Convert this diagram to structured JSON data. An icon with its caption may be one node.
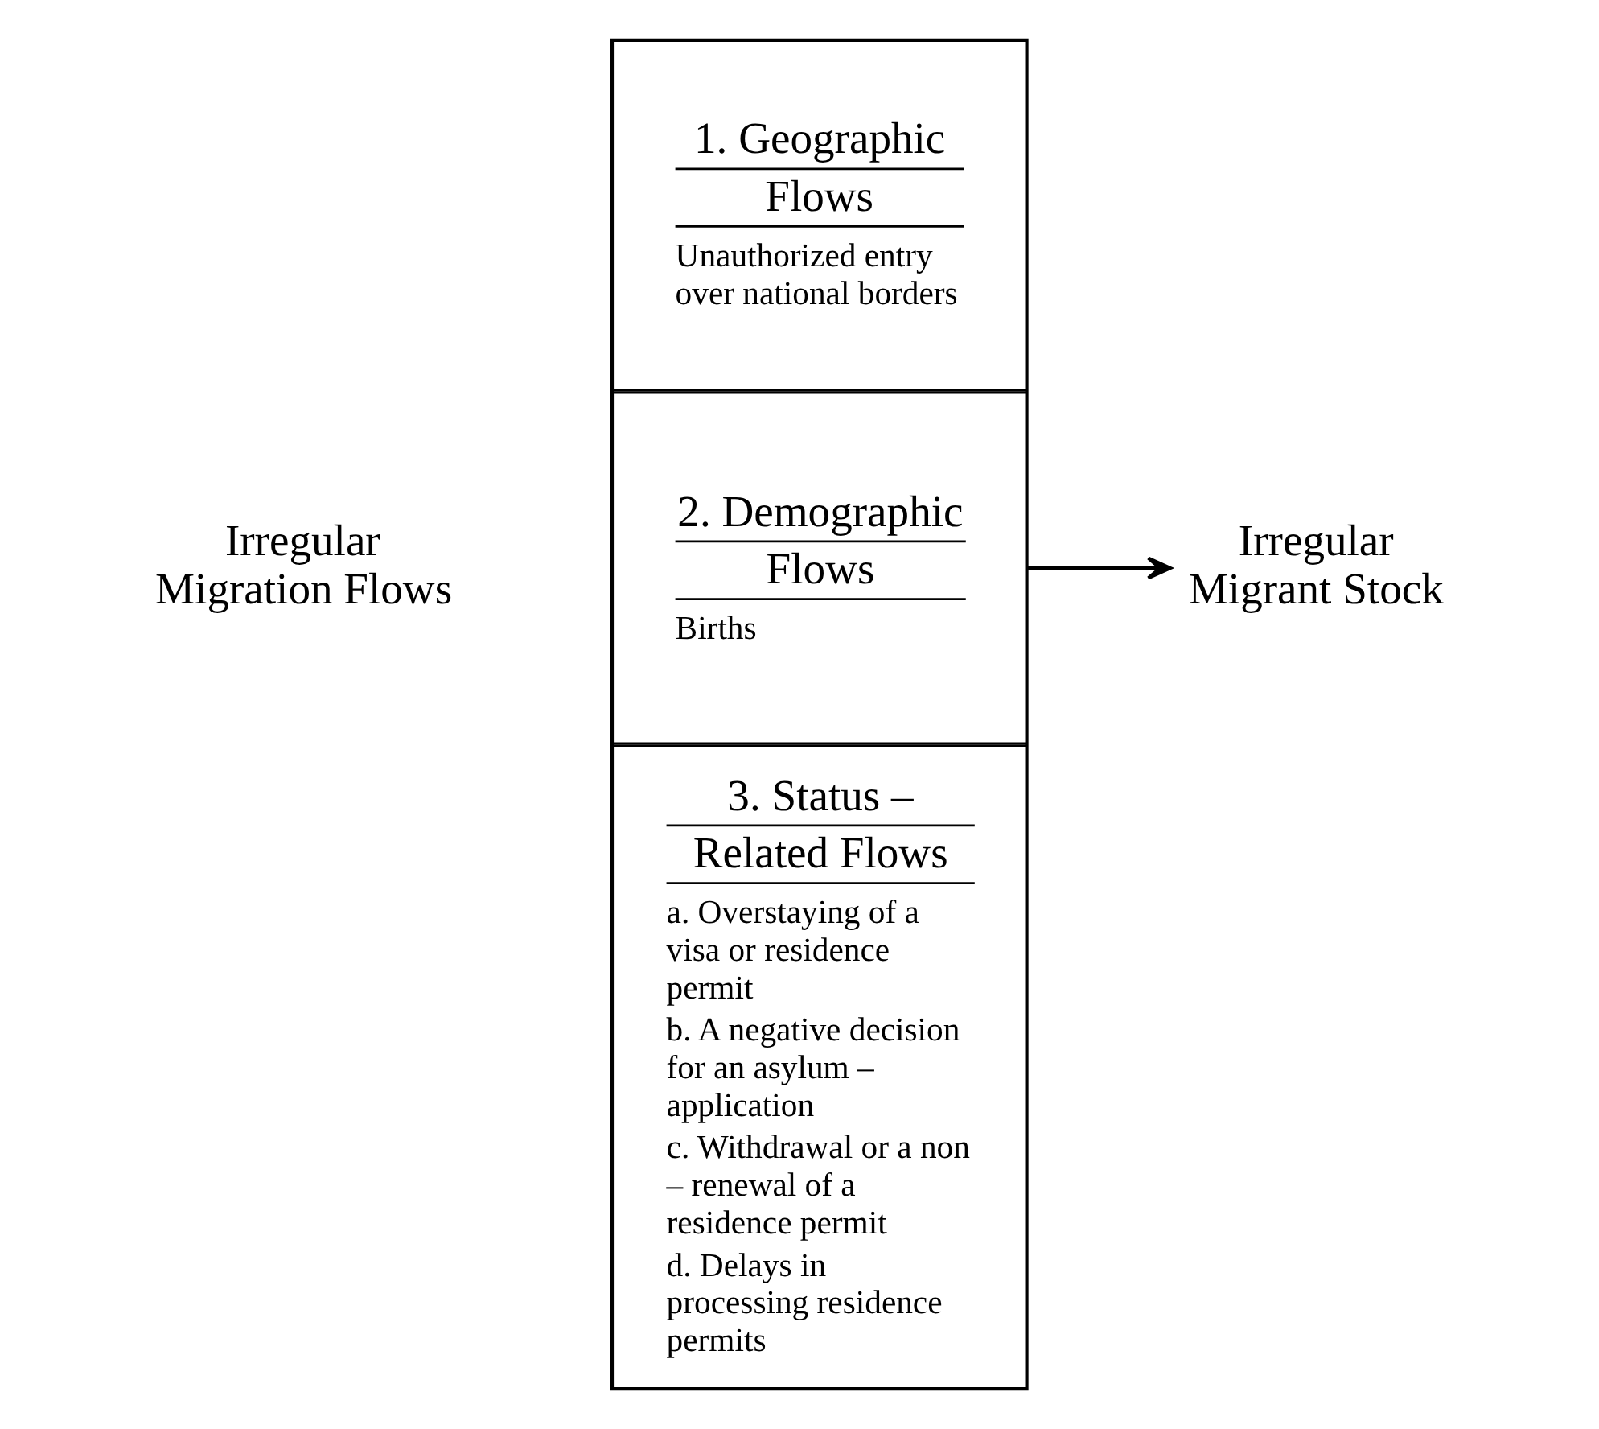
{
  "diagram": {
    "nodes": [
      {
        "text": [
          "Irregular Migration Flows"
        ]
      },
      {
        "text": [],
        "shape": "box"
      },
      {
        "text": [
          "1. Geographic Flows",
          "Unauthorized entry over national borders"
        ],
        "in": 1
      },
      {
        "text": [
          "2. Demographic Flows",
          "Births"
        ],
        "in": 1
      },
      {
        "text": [
          "3. Status – Related Flows",
          "a. Overstaying of a visa or residence permit",
          "b. A negative decision for an asylum – application",
          "c. Withdrawal or a non – renewal of a residence permit",
          "d. Delays in processing residence permits"
        ],
        "in": 1
      },
      {
        "text": [
          "Irregular Migrant Stock"
        ]
      }
    ],
    "edges": [
      {
        "from": 1,
        "to": 5,
        "arrow": "to"
      }
    ]
  }
}
